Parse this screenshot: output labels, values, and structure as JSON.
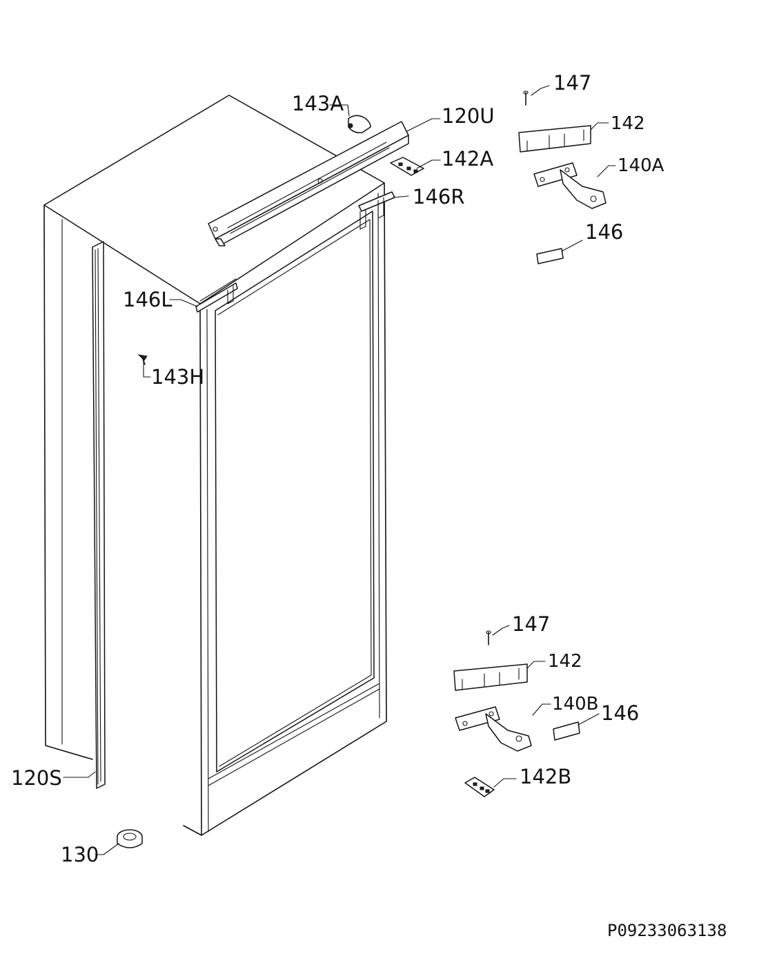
{
  "labels": {
    "p143A": "143A",
    "p120U": "120U",
    "p142A": "142A",
    "p146R": "146R",
    "p146L": "146L",
    "p143H": "143H",
    "p120S": "120S",
    "p130": "130",
    "p147_top": "147",
    "p142_top": "142",
    "p140A": "140A",
    "p146_top": "146",
    "p147_bottom": "147",
    "p142_bottom": "142",
    "p140B": "140B",
    "p146_bottom": "146",
    "p142B": "142B"
  },
  "drawing_code": "P09233063138"
}
